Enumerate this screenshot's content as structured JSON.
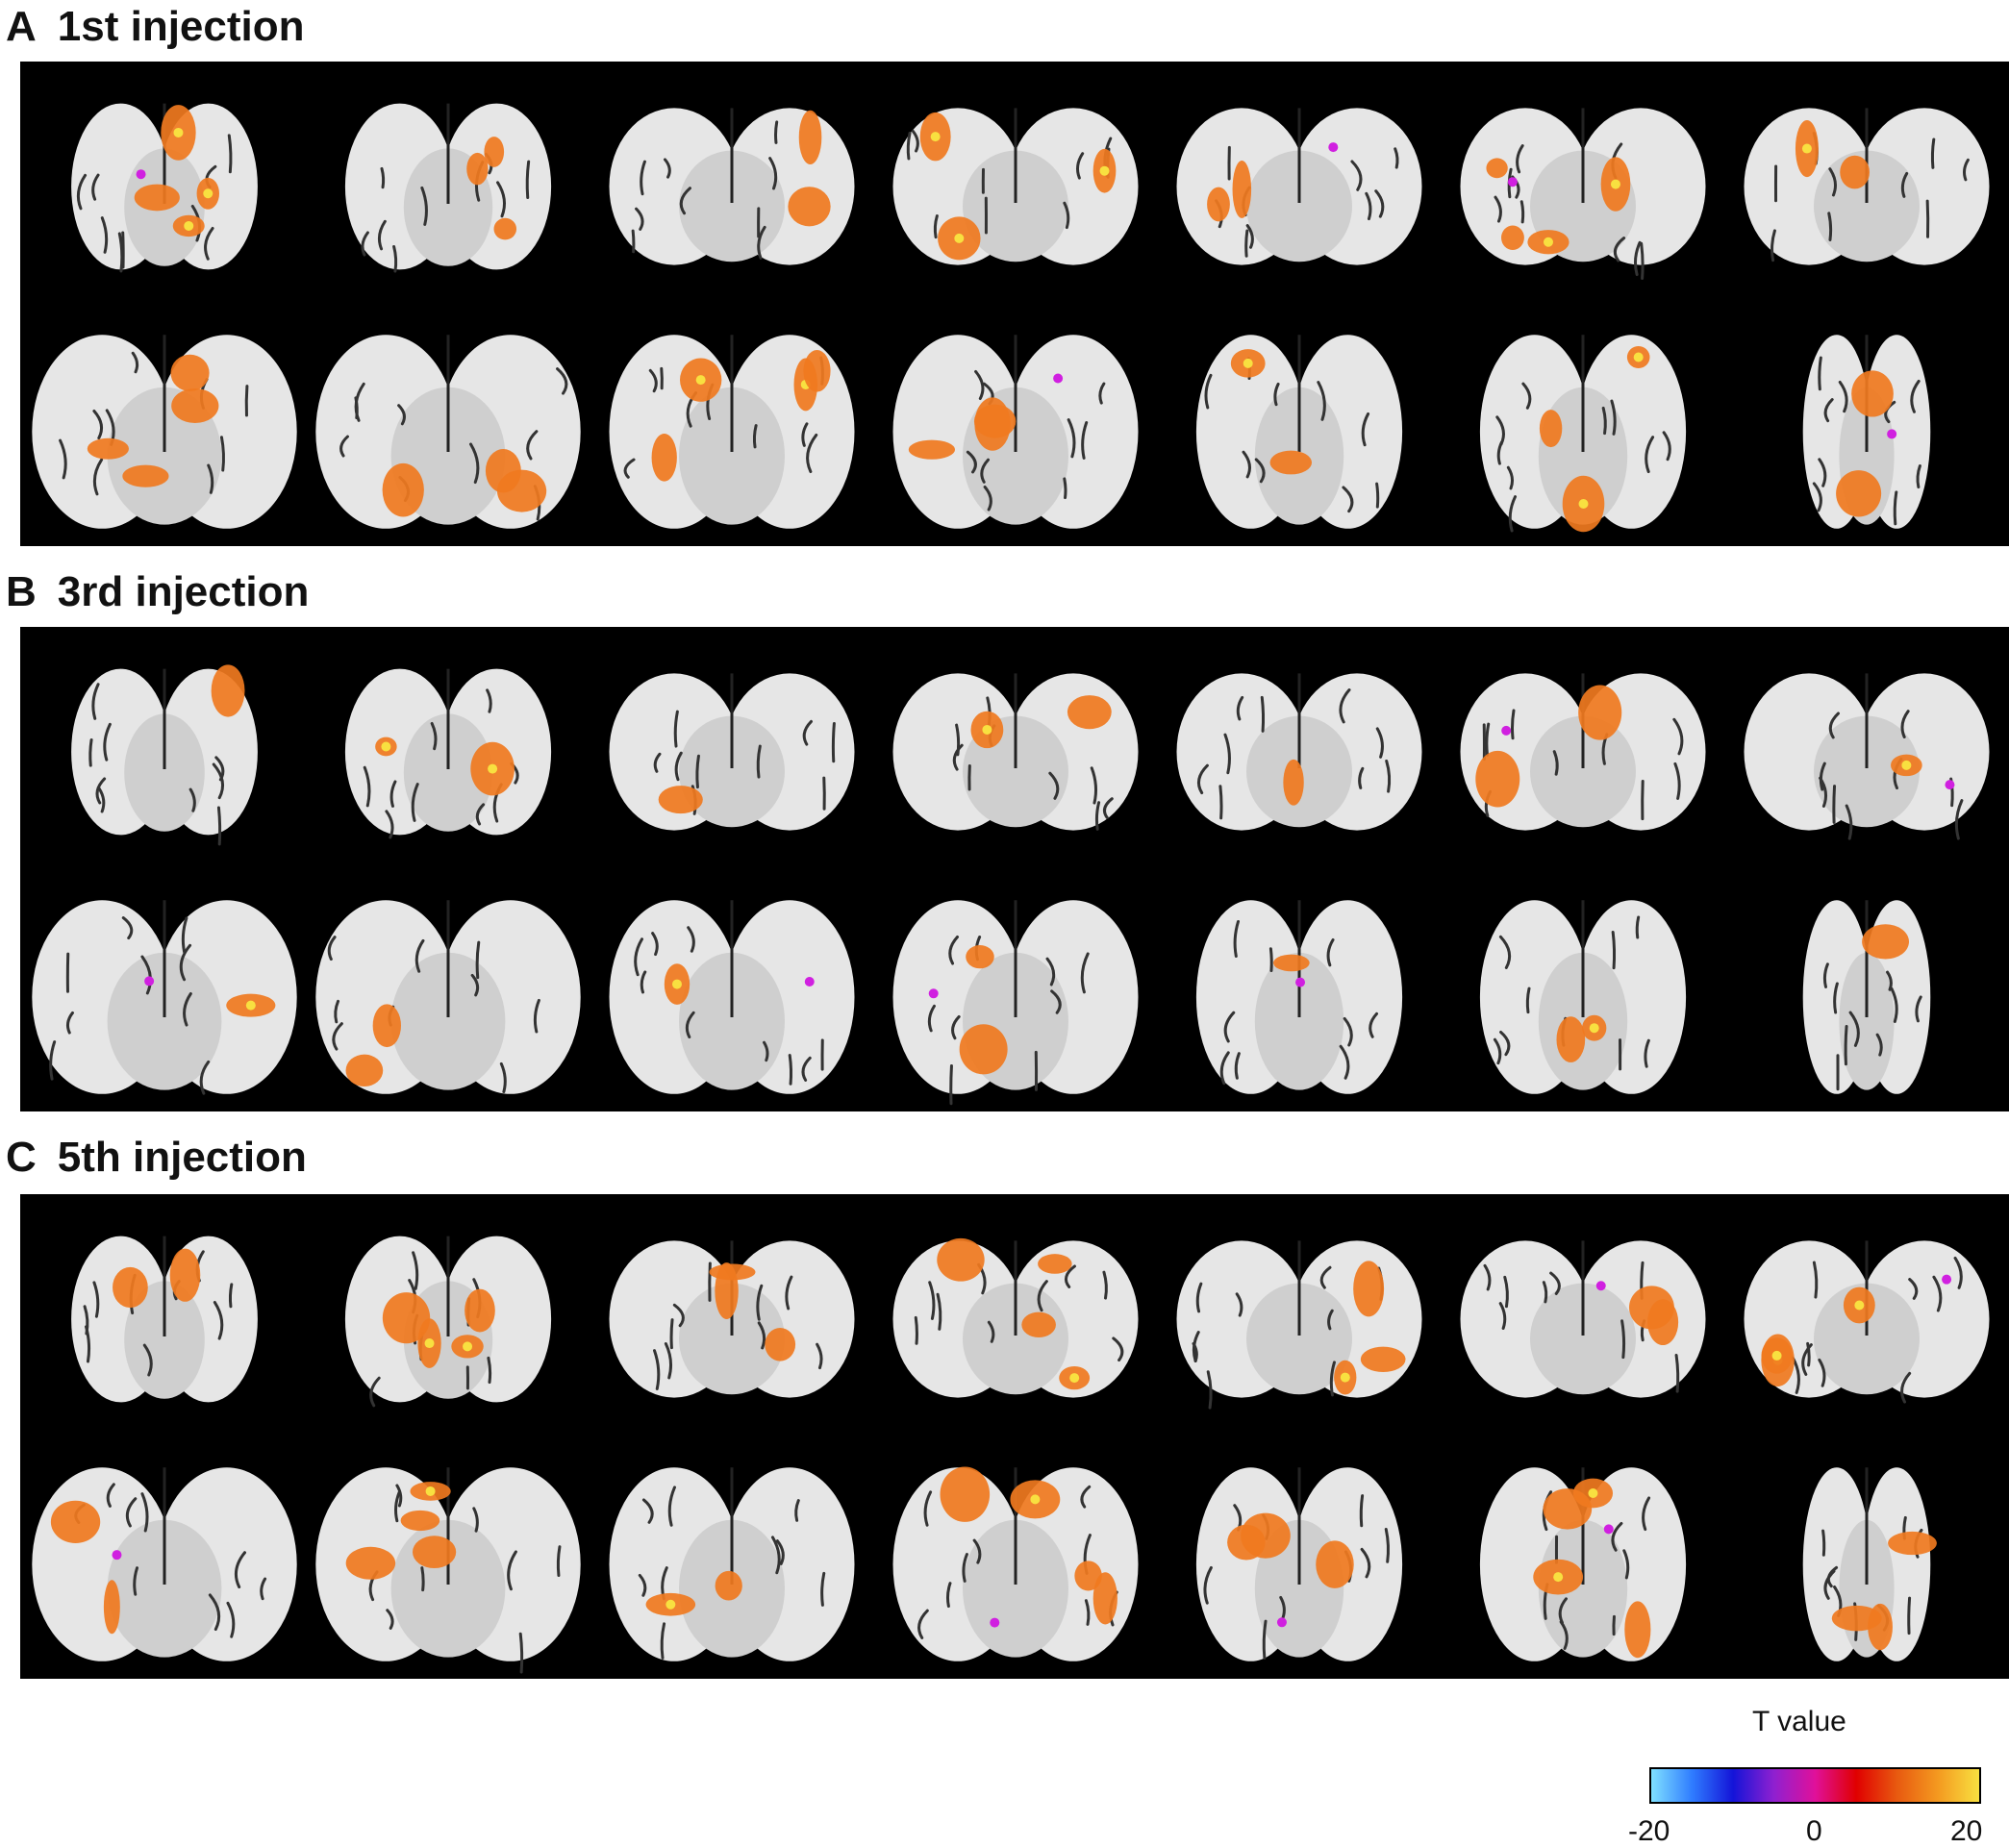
{
  "panels": [
    {
      "letter": "A",
      "title": "1st injection"
    },
    {
      "letter": "B",
      "title": "3rd injection"
    },
    {
      "letter": "C",
      "title": "5th injection"
    }
  ],
  "colorbar": {
    "title": "T value",
    "min_label": "-20",
    "mid_label": "0",
    "max_label": "20",
    "colors": [
      "#7fe0ff",
      "#2f7cff",
      "#1414d8",
      "#9020d0",
      "#e0109a",
      "#e00000",
      "#e85a10",
      "#f49a20",
      "#f8e040"
    ]
  },
  "colors": {
    "background": "#000000",
    "brain_tissue": "#e6e6e6",
    "activation_positive": "#f07a20",
    "activation_peak": "#f8e040",
    "activation_negative": "#d020e0"
  }
}
